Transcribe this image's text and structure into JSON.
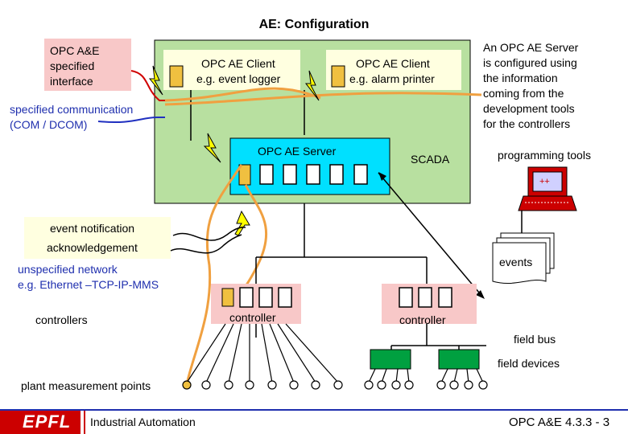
{
  "title": "AE: Configuration",
  "opc_ae_interface": {
    "line1": "OPC A&E",
    "line2": "specified",
    "line3": "interface"
  },
  "client1": {
    "line1": "OPC AE Client",
    "line2": "e.g. event logger"
  },
  "client2": {
    "line1": "OPC AE Client",
    "line2": "e.g. alarm printer"
  },
  "specified_comm": {
    "line1": "specified  communication",
    "line2": "(COM / DCOM)"
  },
  "server_note": {
    "line1": "An OPC AE Server",
    "line2": "is configured using",
    "line3": "the information",
    "line4": "coming from the",
    "line5": "development tools",
    "line6": "for the controllers"
  },
  "server_label": "OPC AE Server",
  "scada_label": "SCADA",
  "programming_tools": "programming tools",
  "laptop_screen_text": "++",
  "event_notification": "event notification",
  "acknowledgement": "acknowledgement",
  "events_label": "events",
  "network": {
    "line1": "unspecified network",
    "line2": "e.g. Ethernet –TCP-IP-MMS"
  },
  "controllers_label": "controllers",
  "controller1": "controller",
  "controller2": "controller",
  "field_bus": "field bus",
  "field_devices": "field devices",
  "plant_points": "plant measurement points",
  "footer": {
    "logo": "EPFL",
    "course": "Industrial Automation",
    "page": "OPC A&E 4.3.3 - 3"
  },
  "colors": {
    "system_box": "#b8e0a0",
    "server_box": "#00e0ff",
    "device_green": "#00a040",
    "link_orange": "#f0a040",
    "pink": "#f8c8c8",
    "blue_text": "#1f2fae",
    "lightning_yellow": "#ffff00"
  }
}
